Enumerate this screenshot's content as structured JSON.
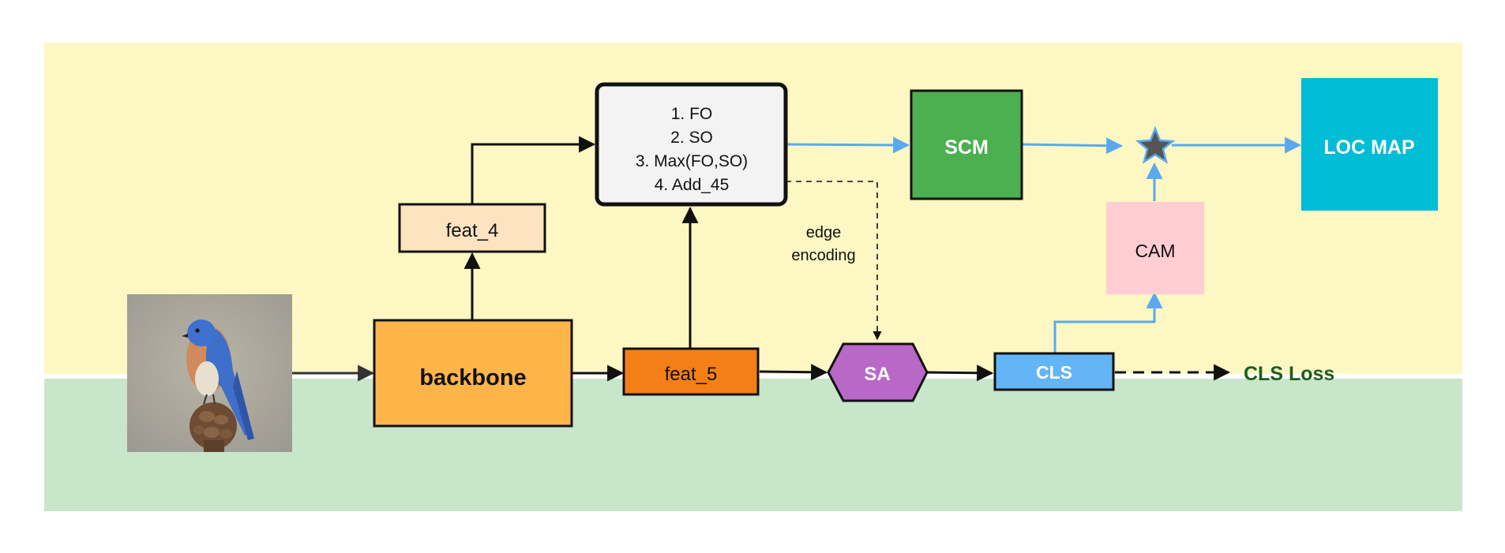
{
  "nodes": {
    "backbone": "backbone",
    "feat4": "feat_4",
    "feat5": "feat_5",
    "ops": [
      "1. FO",
      "2. SO",
      "3. Max(FO,SO)",
      "4. Add_45"
    ],
    "scm": "SCM",
    "loc_map": "LOC MAP",
    "cam": "CAM",
    "sa": "SA",
    "cls": "CLS",
    "cls_loss": "CLS Loss"
  },
  "edge_label": [
    "edge",
    "encoding"
  ],
  "colors": {
    "top_band": "#fdf7c3",
    "bottom_band": "#c8e6c9",
    "backbone": "#fdb54a",
    "feat4": "#fde3c0",
    "feat5": "#f57f17",
    "ops_box": "#f3f3f3",
    "scm": "#4caf50",
    "loc_map": "#00bcd4",
    "cam": "#ffcdd2",
    "sa": "#ba68c8",
    "cls": "#64b5f6",
    "blue_arrow": "#5aa9ef",
    "cls_loss": "#1b5e20"
  },
  "icons": {
    "combine": "star-icon",
    "input": "bird-image"
  }
}
